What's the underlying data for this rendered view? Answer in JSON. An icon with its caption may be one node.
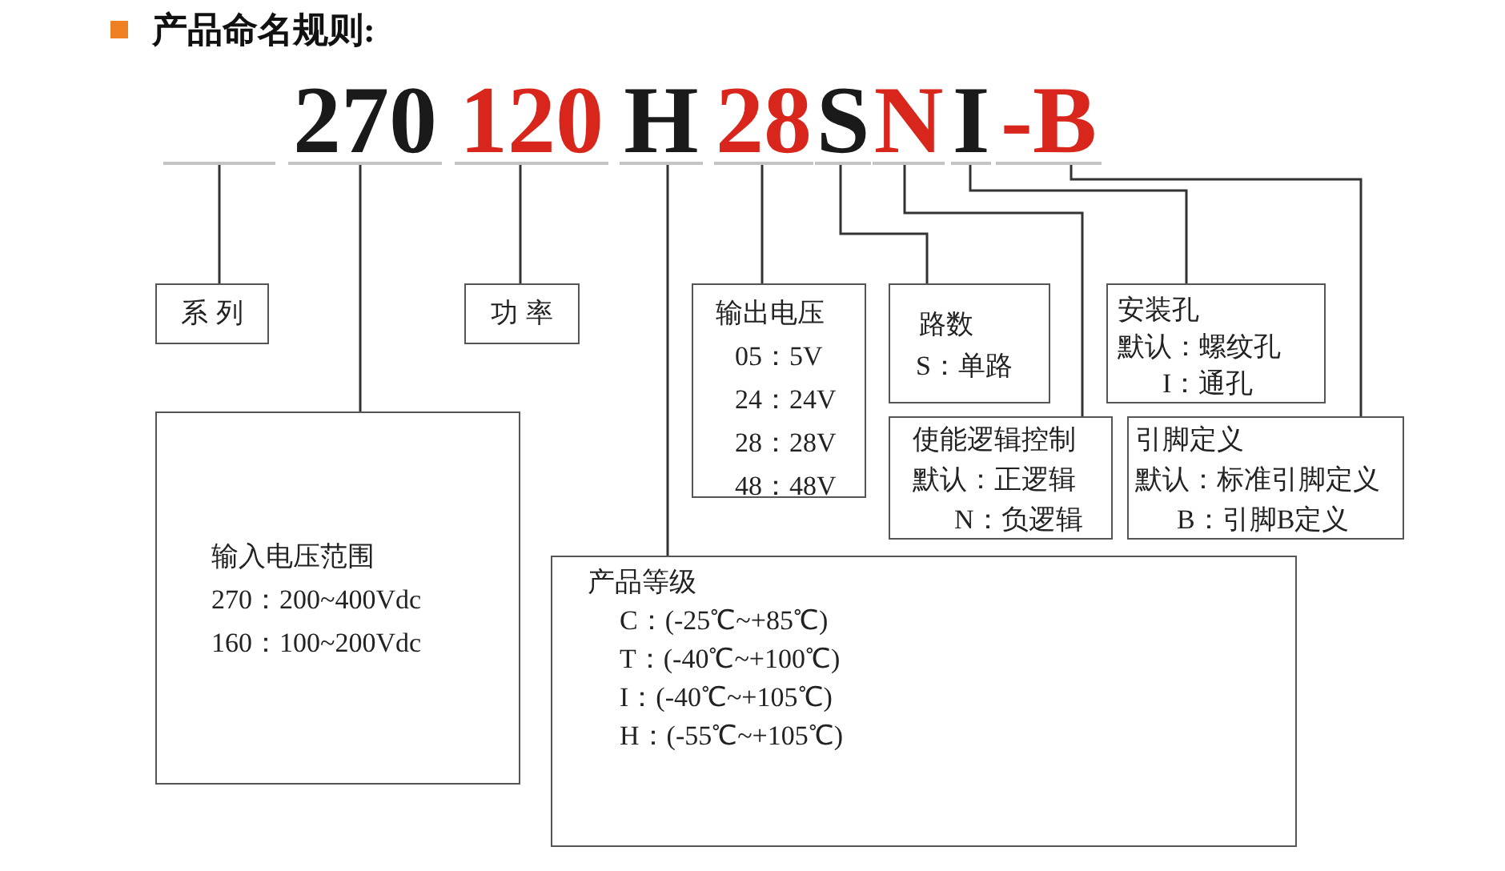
{
  "diagram": {
    "title": "产品命名规则:",
    "nodes": [
      {
        "text": [],
        "shape": "bar"
      },
      {
        "text": [
          "270"
        ]
      },
      {
        "text": [
          "120"
        ]
      },
      {
        "text": [
          "H"
        ]
      },
      {
        "text": [
          "28"
        ]
      },
      {
        "text": [
          "S"
        ]
      },
      {
        "text": [
          "N"
        ]
      },
      {
        "text": [
          "I"
        ]
      },
      {
        "text": [
          "-B"
        ]
      },
      {
        "text": [
          "系列"
        ]
      },
      {
        "text": [
          "功率"
        ]
      },
      {
        "text": [
          "输出电压",
          "05：5V",
          "24：24V",
          "28：28V",
          "48：48V"
        ]
      },
      {
        "text": [
          "路数",
          "S：单路"
        ]
      },
      {
        "text": [
          "安装孔",
          "默认：螺纹孔",
          "I：通孔"
        ]
      },
      {
        "text": [
          "输入电压范围",
          "270：200~400Vdc",
          "160：100~200Vdc"
        ]
      },
      {
        "text": [
          "使能逻辑控制",
          "默认：正逻辑",
          "N：负逻辑"
        ]
      },
      {
        "text": [
          "引脚定义",
          "默认：标准引脚定义",
          "B：引脚B定义"
        ]
      },
      {
        "text": [
          "产品等级",
          "C：(-25℃~+85℃)",
          "T：(-40℃~+100℃)",
          "I：(-40℃~+105℃)",
          "H：(-55℃~+105℃)"
        ]
      }
    ],
    "edges": [
      {
        "from": 0,
        "to": 9,
        "arrow": "none"
      },
      {
        "from": 1,
        "to": 14,
        "arrow": "none"
      },
      {
        "from": 2,
        "to": 10,
        "arrow": "none"
      },
      {
        "from": 3,
        "to": 17,
        "arrow": "none"
      },
      {
        "from": 4,
        "to": 11,
        "arrow": "none"
      },
      {
        "from": 5,
        "to": 12,
        "arrow": "none"
      },
      {
        "from": 6,
        "to": 15,
        "arrow": "none"
      },
      {
        "from": 7,
        "to": 13,
        "arrow": "none"
      },
      {
        "from": 8,
        "to": 16,
        "arrow": "none"
      }
    ]
  }
}
